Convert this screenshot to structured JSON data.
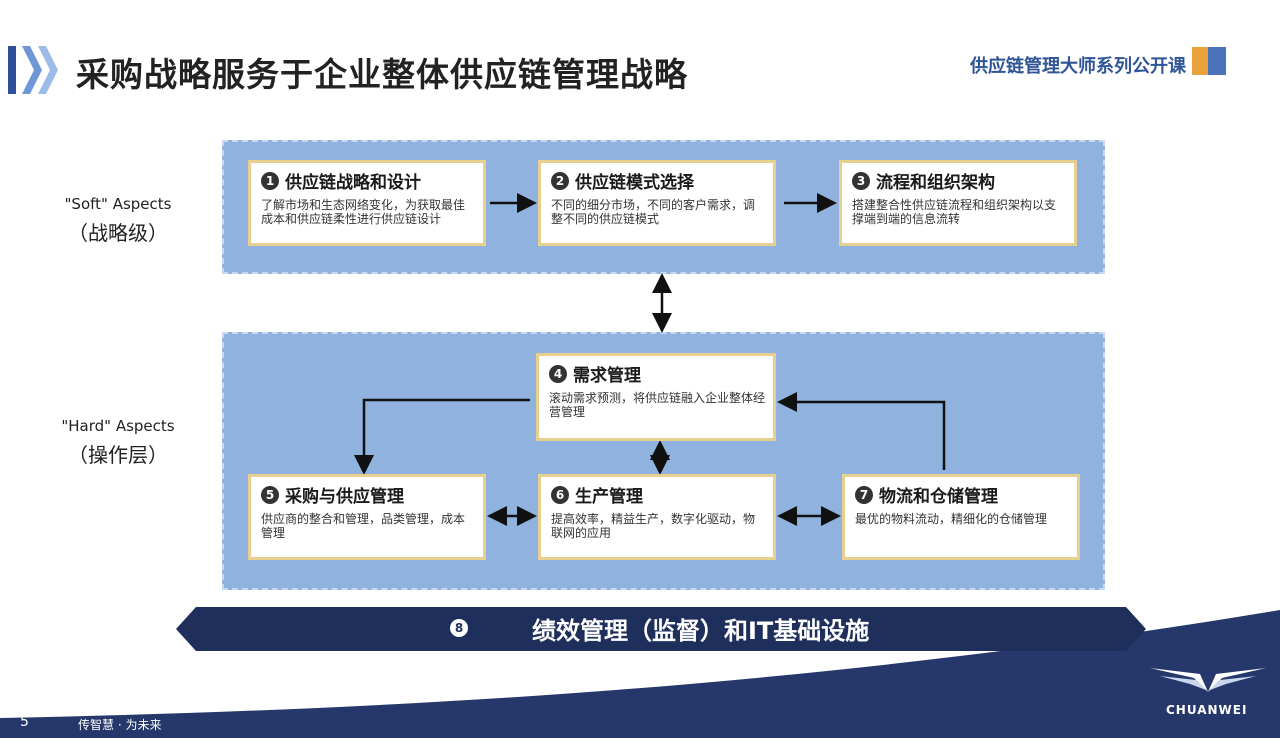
{
  "header": {
    "title": "采购战略服务于企业整体供应链管理战略",
    "series": "供应链管理大师系列公开课"
  },
  "aspects": {
    "soft": {
      "en": "\"Soft\" Aspects",
      "zh": "（战略级）"
    },
    "hard": {
      "en": "\"Hard\" Aspects",
      "zh": "（操作层）"
    }
  },
  "boxes": {
    "b1": {
      "num": "1",
      "name": "供应链战略和设计",
      "desc": "了解市场和生态网络变化，为获取最佳成本和供应链柔性进行供应链设计"
    },
    "b2": {
      "num": "2",
      "name": "供应链模式选择",
      "desc": "不同的细分市场，不同的客户需求，调整不同的供应链模式"
    },
    "b3": {
      "num": "3",
      "name": "流程和组织架构",
      "desc": "搭建整合性供应链流程和组织架构以支撑端到端的信息流转"
    },
    "b4": {
      "num": "4",
      "name": "需求管理",
      "desc": "滚动需求预测，将供应链融入企业整体经营管理"
    },
    "b5": {
      "num": "5",
      "name": "采购与供应管理",
      "desc": "供应商的整合和管理，品类管理，成本管理"
    },
    "b6": {
      "num": "6",
      "name": "生产管理",
      "desc": "提高效率，精益生产，数字化驱动，物联网的应用"
    },
    "b7": {
      "num": "7",
      "name": "物流和仓储管理",
      "desc": "最优的物料流动，精细化的仓储管理"
    }
  },
  "banner": {
    "num": "8",
    "text": "绩效管理（监督）和IT基础设施"
  },
  "footer": {
    "page": "5",
    "slogan": "传智慧 · 为未来",
    "brand": "CHUANWEI"
  },
  "colors": {
    "panel": "#8fb2df",
    "box_border": "#e7cf8f",
    "banner": "#1e2f5c",
    "footer": "#26386b",
    "accent_blue": "#2f5597",
    "accent_orange": "#e9a13b"
  }
}
